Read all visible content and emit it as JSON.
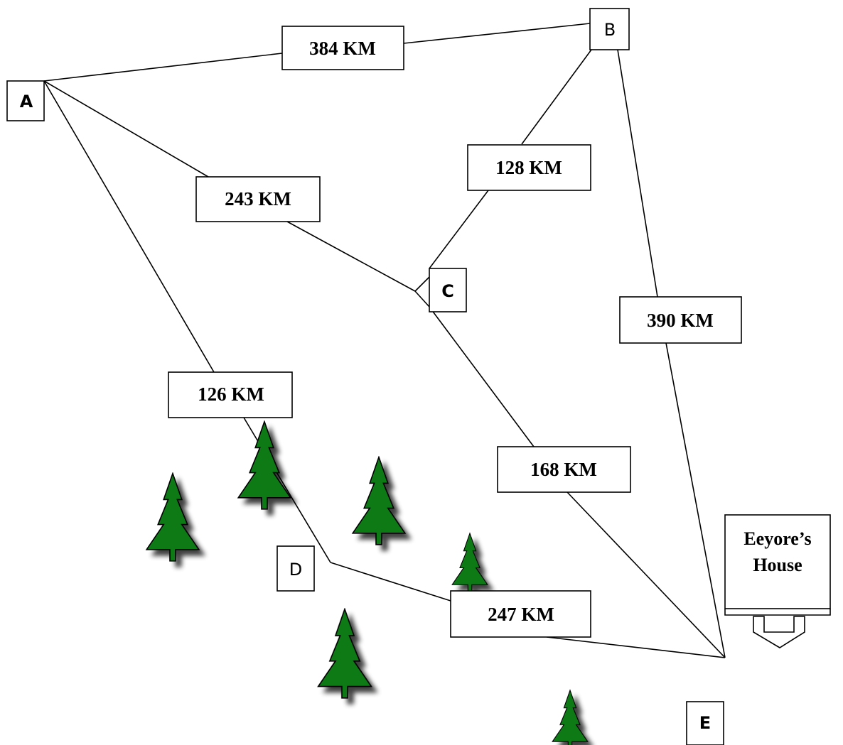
{
  "nodes": {
    "A": "A",
    "B": "B",
    "C": "C",
    "D": "D",
    "E": "E"
  },
  "edges": {
    "ab": "384 KM",
    "bc": "128 KM",
    "ac": "243 KM",
    "be": "390 KM",
    "ad": "126 KM",
    "ce": "168 KM",
    "de": "247 KM"
  },
  "house": {
    "line1": "Eeyore’s",
    "line2": "House"
  },
  "colors": {
    "tree_fill": "#0a7a14",
    "tree_trunk": "#0a7a14",
    "stroke": "#000000",
    "shadow": "#6d6d6d"
  },
  "icons": [
    "pine-tree-icon",
    "down-arrow-icon"
  ]
}
